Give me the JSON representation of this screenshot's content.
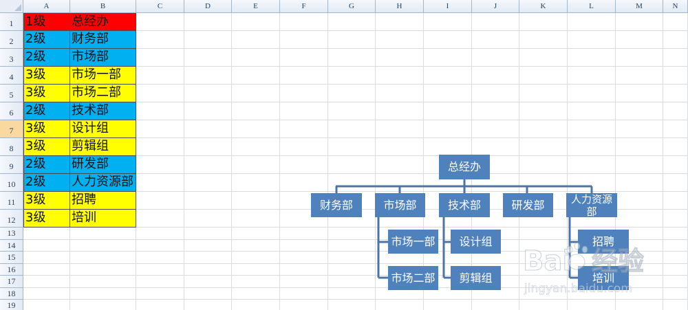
{
  "sheet": {
    "columns": [
      "A",
      "B",
      "C",
      "D",
      "E",
      "F",
      "G",
      "H",
      "I",
      "J",
      "K",
      "L",
      "M",
      "N"
    ],
    "rows": [
      "1",
      "2",
      "3",
      "4",
      "5",
      "6",
      "7",
      "8",
      "9",
      "10",
      "11",
      "12",
      "13",
      "14",
      "15",
      "16",
      "17",
      "18",
      "19"
    ],
    "selected_row": "7"
  },
  "data_rows": [
    {
      "level": "1级",
      "dept": "总经办",
      "color": "#ff0000"
    },
    {
      "level": "2级",
      "dept": "财务部",
      "color": "#00b0f0"
    },
    {
      "level": "2级",
      "dept": "市场部",
      "color": "#00b0f0"
    },
    {
      "level": "3级",
      "dept": "市场一部",
      "color": "#ffff00"
    },
    {
      "level": "3级",
      "dept": "市场二部",
      "color": "#ffff00"
    },
    {
      "level": "2级",
      "dept": "技术部",
      "color": "#00b0f0"
    },
    {
      "level": "3级",
      "dept": "设计组",
      "color": "#ffff00"
    },
    {
      "level": "3级",
      "dept": "剪辑组",
      "color": "#ffff00"
    },
    {
      "level": "2级",
      "dept": "研发部",
      "color": "#00b0f0"
    },
    {
      "level": "2级",
      "dept": "人力资源部",
      "color": "#00b0f0"
    },
    {
      "level": "3级",
      "dept": "招聘",
      "color": "#ffff00"
    },
    {
      "level": "3级",
      "dept": "培训",
      "color": "#ffff00"
    }
  ],
  "org_chart": {
    "root": "总经办",
    "level2": [
      "财务部",
      "市场部",
      "技术部",
      "研发部",
      "人力资源部"
    ],
    "level3": {
      "market": [
        "市场一部",
        "市场二部"
      ],
      "tech": [
        "设计组",
        "剪辑组"
      ],
      "hr": [
        "招聘",
        "培训"
      ]
    }
  },
  "colors": {
    "node_fill": "#4f81bd",
    "connector": "#4d74a8",
    "red": "#ff0000",
    "blue": "#00b0f0",
    "yellow": "#ffff00"
  },
  "watermark": {
    "main": "Bai经验",
    "sub": "jingyan.baidu.com"
  }
}
